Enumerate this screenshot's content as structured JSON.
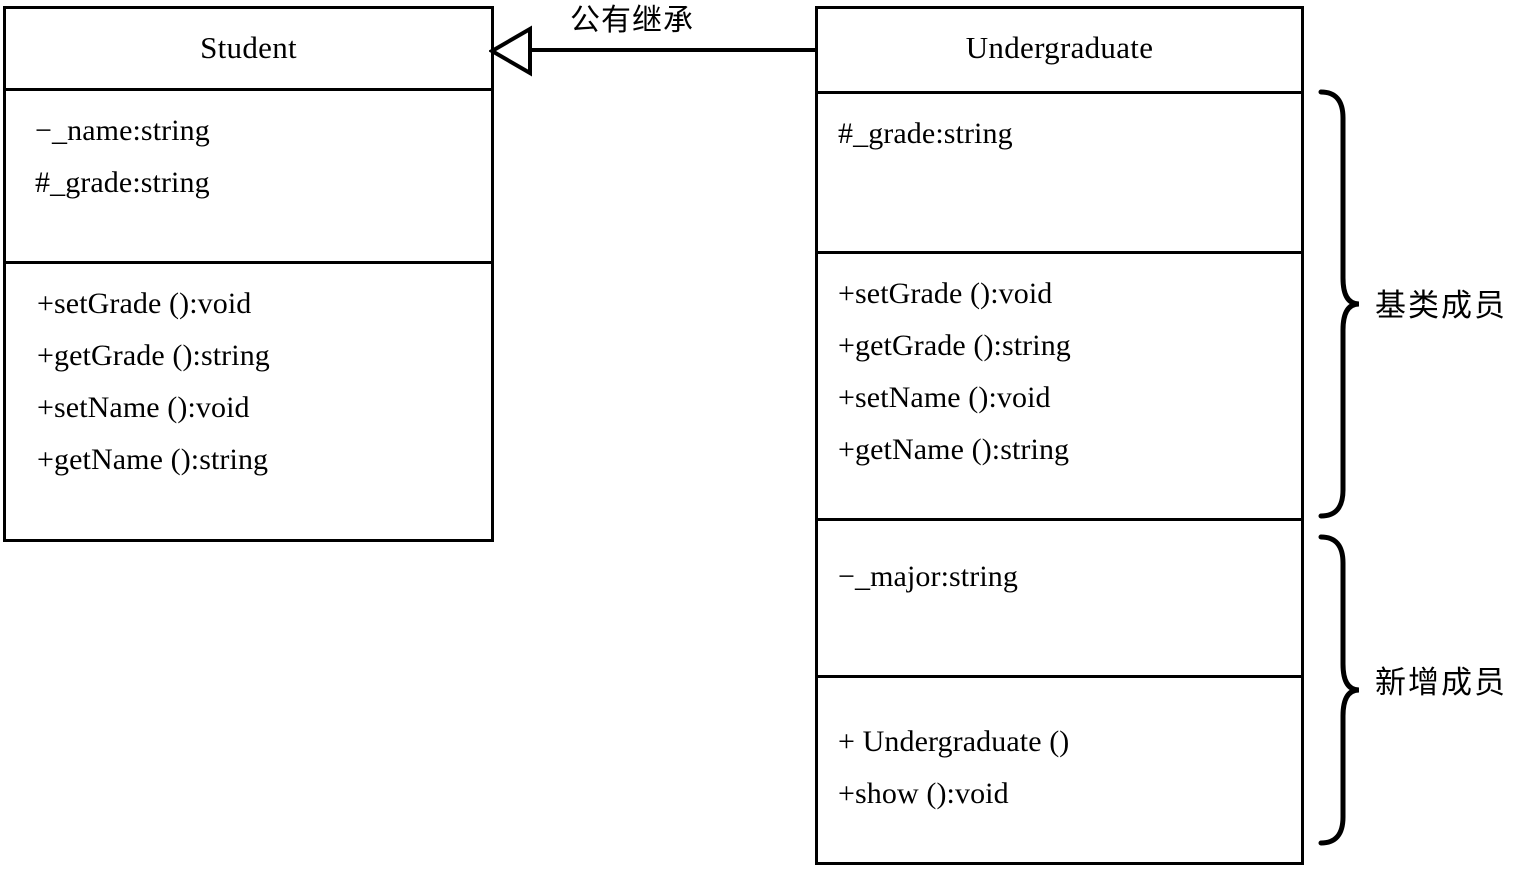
{
  "diagram": {
    "type": "uml-class-diagram",
    "title": "Student / Undergraduate inheritance",
    "stroke_color": "#000000",
    "background_color": "#ffffff"
  },
  "classes": [
    {
      "id": "student",
      "name": "Student",
      "attributes": [
        "−_name:string",
        "#_grade:string"
      ],
      "operations": [
        "+setGrade ():void",
        "+getGrade ():string",
        "+setName ():void",
        "+getName ():string"
      ]
    },
    {
      "id": "undergraduate",
      "name": "Undergraduate",
      "inherited_attributes": [
        "#_grade:string"
      ],
      "inherited_operations": [
        "+setGrade ():void",
        "+getGrade ():string",
        "+setName ():void",
        "+getName ():string"
      ],
      "new_attributes": [
        "−_major:string"
      ],
      "new_operations": [
        "+ Undergraduate ()",
        "+show ():void"
      ]
    }
  ],
  "relationship": {
    "kind": "generalization",
    "label": "公有继承",
    "source": "Undergraduate",
    "target": "Student",
    "arrow": "hollow-triangle"
  },
  "annotations": [
    {
      "id": "base-members",
      "label": "基类成员"
    },
    {
      "id": "new-members",
      "label": "新增成员"
    }
  ]
}
